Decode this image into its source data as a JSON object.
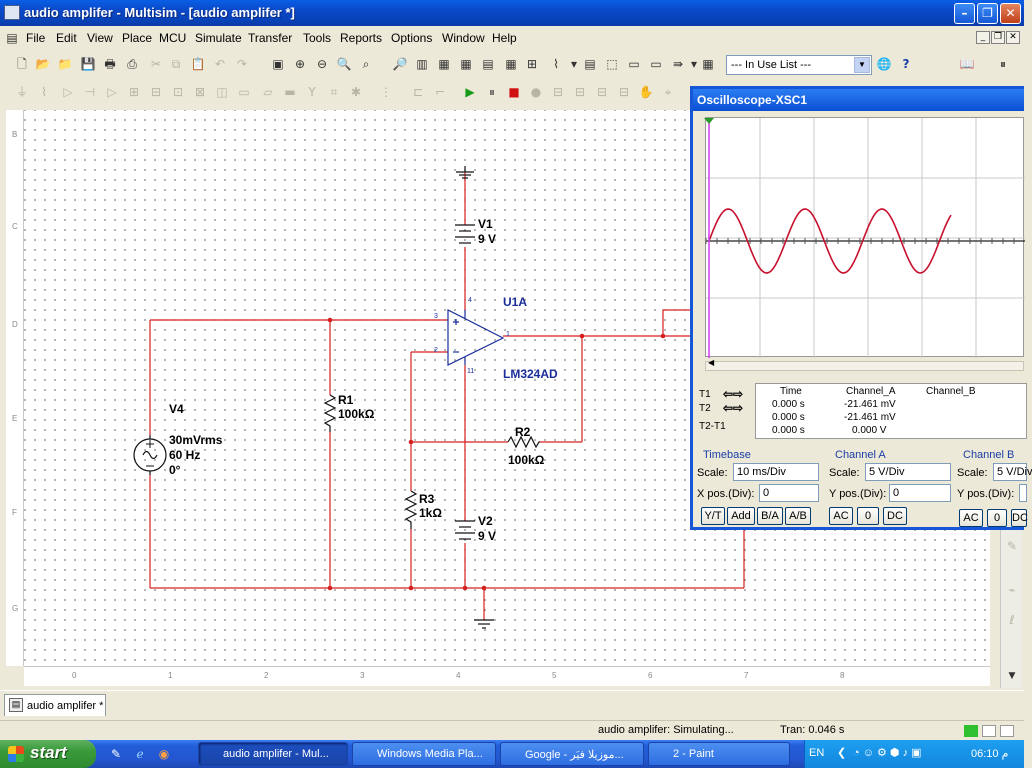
{
  "window": {
    "title": "audio amplifer - Multisim - [audio amplifer *]"
  },
  "menu": [
    "File",
    "Edit",
    "View",
    "Place",
    "MCU",
    "Simulate",
    "Transfer",
    "Tools",
    "Reports",
    "Options",
    "Window",
    "Help"
  ],
  "toolbar": {
    "in_use_list": "--- In Use List ---"
  },
  "schematic": {
    "V1": {
      "name": "V1",
      "value": "9 V"
    },
    "V2": {
      "name": "V2",
      "value": "9 V"
    },
    "U1A": {
      "name": "U1A",
      "part": "LM324AD",
      "pins": [
        "3",
        "2",
        "4",
        "11",
        "1"
      ]
    },
    "R1": {
      "name": "R1",
      "value": "100kΩ"
    },
    "R2": {
      "name": "R2",
      "value": "100kΩ"
    },
    "R3": {
      "name": "R3",
      "value": "1kΩ"
    },
    "V4": {
      "name": "V4",
      "amplitude": "30mVrms",
      "frequency": "60 Hz",
      "phase": "0°"
    }
  },
  "rulers": {
    "left": [
      "B",
      "C",
      "D",
      "E",
      "F",
      "G"
    ],
    "bottom": [
      "0",
      "1",
      "2",
      "3",
      "4",
      "5",
      "6",
      "7",
      "8"
    ]
  },
  "oscilloscope": {
    "title": "Oscilloscope-XSC1",
    "readout": {
      "headers": [
        "Time",
        "Channel_A",
        "Channel_B"
      ],
      "rows": [
        {
          "label": "T1",
          "time": "0.000 s",
          "a": "-21.461 mV",
          "b": ""
        },
        {
          "label": "T2",
          "time": "0.000 s",
          "a": "-21.461 mV",
          "b": ""
        },
        {
          "label": "T2-T1",
          "time": "0.000 s",
          "a": "0.000 V",
          "b": ""
        }
      ]
    },
    "timebase": {
      "title": "Timebase",
      "scale_label": "Scale:",
      "scale": "10 ms/Div",
      "pos_label": "X pos.(Div):",
      "pos": "0",
      "buttons": [
        "Y/T",
        "Add",
        "B/A",
        "A/B"
      ]
    },
    "channel_a": {
      "title": "Channel A",
      "scale_label": "Scale:",
      "scale": "5 V/Div",
      "pos_label": "Y pos.(Div):",
      "pos": "0",
      "buttons": [
        "AC",
        "0",
        "DC"
      ]
    },
    "channel_b": {
      "title": "Channel B",
      "scale_label": "Scale:",
      "scale": "5 V/Div",
      "pos_label": "Y pos.(Div):",
      "buttons": [
        "AC",
        "0",
        "DC"
      ]
    }
  },
  "tabs": [
    {
      "label": "audio amplifer *"
    }
  ],
  "status": {
    "simulating": "audio amplifer: Simulating...",
    "tran": "Tran: 0.046 s"
  },
  "taskbar": {
    "start": "start",
    "tasks": [
      "audio amplifer - Mul...",
      "Windows Media Pla...",
      "Google - موزيلا فيَر...",
      "2 - Paint"
    ],
    "lang": "EN",
    "clock": "06:10 م"
  },
  "colors": {
    "wire": "#d62020",
    "trace": "#c8102e",
    "xp_blue": "#0b4fd4"
  }
}
